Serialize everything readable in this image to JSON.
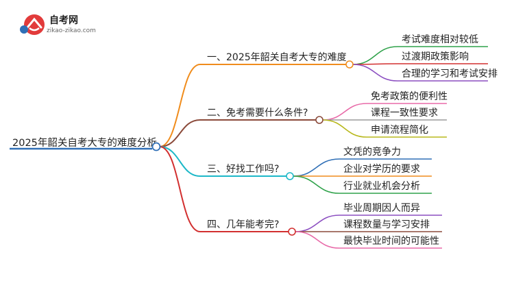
{
  "logo": {
    "name": "自考网",
    "url": "zikao-zikao.com"
  },
  "root": {
    "label": "2025年韶关自考大专的难度分析",
    "color": "#2f6fb6"
  },
  "branches": [
    {
      "label": "一、2025年韶关自考大专的难度",
      "color": "#f08c1c",
      "children": [
        {
          "label": "考试难度相对较低",
          "color": "#2fa24a"
        },
        {
          "label": "过渡期政策影响",
          "color": "#d22f2f"
        },
        {
          "label": "合理的学习和考试安排",
          "color": "#8c4fc1"
        }
      ]
    },
    {
      "label": "二、免考需要什么条件?",
      "color": "#8b4a3a",
      "children": [
        {
          "label": "免考政策的便利性",
          "color": "#e86aa8"
        },
        {
          "label": "课程一致性要求",
          "color": "#9a9a9a"
        },
        {
          "label": "申请流程简化",
          "color": "#b8b81c"
        }
      ]
    },
    {
      "label": "三、好找工作吗?",
      "color": "#1cb8c8",
      "children": [
        {
          "label": "文凭的竞争力",
          "color": "#2f6fb6"
        },
        {
          "label": "企业对学历的要求",
          "color": "#f08c1c"
        },
        {
          "label": "行业就业机会分析",
          "color": "#2fa24a"
        }
      ]
    },
    {
      "label": "四、几年能考完?",
      "color": "#d22f2f",
      "children": [
        {
          "label": "毕业周期因人而异",
          "color": "#8c4fc1"
        },
        {
          "label": "课程数量与学习安排",
          "color": "#8b4a3a"
        },
        {
          "label": "最快毕业时间的可能性",
          "color": "#e86aa8"
        }
      ]
    }
  ]
}
